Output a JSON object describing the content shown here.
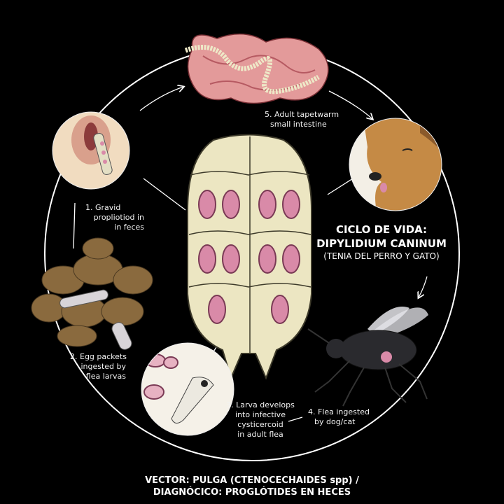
{
  "title": {
    "line1": "CICLO DE VIDA:",
    "line2": "DIPYLIDIUM CANINUM",
    "line3": "(TENIA DEL PERRO Y GATO)"
  },
  "stages": [
    {
      "line1": "1. Gravid",
      "line2": "propliotiod in",
      "line3": "in feces"
    },
    {
      "line1": "2. Egg packets",
      "line2": "ingested by",
      "line3": "flea larvas"
    },
    {
      "line1": "3. Larva develops",
      "line2": "into infective",
      "line3": "cysticercoid",
      "line4": "in adult flea"
    },
    {
      "line1": "4. Flea ingested",
      "line2": "by dog/cat"
    },
    {
      "line1": "5. Adult tapetwarm",
      "line2": "small intestine"
    }
  ],
  "footer": {
    "line1": "VECTOR: PULGA (CTENOCECHAIDES spp) /",
    "line2": "DIAGNÓCICO: PROGLÓTIDES EN HECES"
  },
  "colors": {
    "background": "#000000",
    "cycle_line": "#ffffff",
    "proglottid": "#ece6c2",
    "egg_packet": "#d98aa8",
    "intestine": "#e39a9a",
    "dog": "#c58a45",
    "feces": "#8a6a3e",
    "flea": "#2a2a2e"
  }
}
